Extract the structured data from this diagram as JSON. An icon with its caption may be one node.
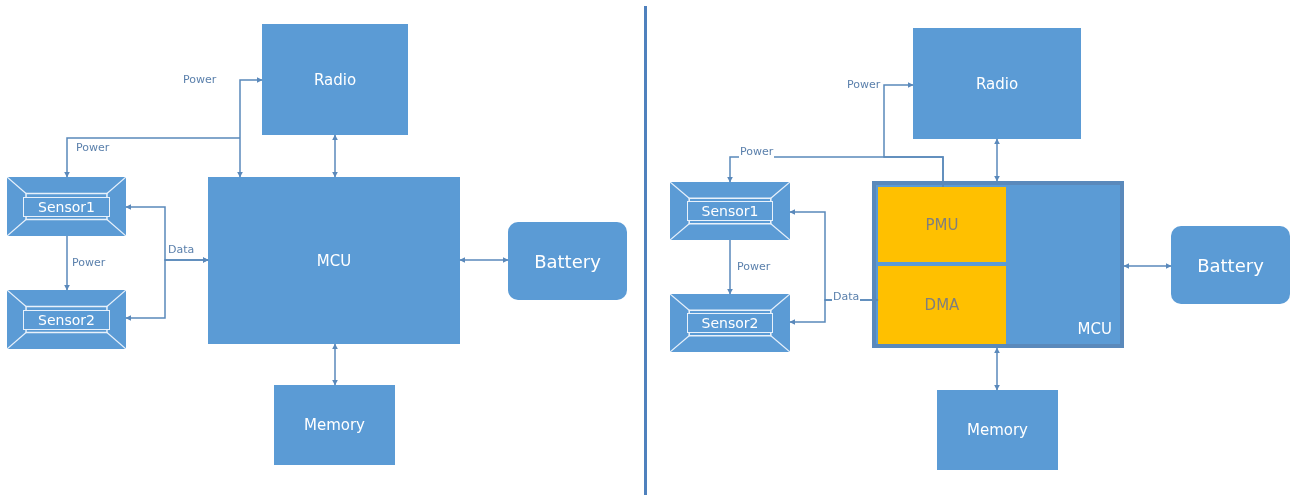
{
  "diagram": {
    "nodes": [
      {
        "text": [
          "Radio"
        ]
      },
      {
        "text": [
          "Sensor1"
        ]
      },
      {
        "text": [
          "Sensor2"
        ]
      },
      {
        "text": [
          "MCU"
        ]
      },
      {
        "text": [
          "Battery"
        ]
      },
      {
        "text": [
          "Memory"
        ]
      },
      {
        "text": [
          "Radio"
        ]
      },
      {
        "text": [
          "Sensor1"
        ]
      },
      {
        "text": [
          "Sensor2"
        ]
      },
      {
        "text": [
          "MCU"
        ]
      },
      {
        "text": [
          "PMU"
        ],
        "in": 9
      },
      {
        "text": [
          "DMA"
        ],
        "in": 9
      },
      {
        "text": [
          "Battery"
        ]
      },
      {
        "text": [
          "Memory"
        ]
      }
    ],
    "edges": [
      {
        "from": null,
        "to": 0,
        "arrow": "to",
        "label": "Power"
      },
      {
        "from": null,
        "to": 3,
        "arrow": "to"
      },
      {
        "from": null,
        "to": 1,
        "arrow": "to",
        "label": "Power"
      },
      {
        "from": 1,
        "to": 2,
        "arrow": "to",
        "label": "Power"
      },
      {
        "from": 3,
        "to": 1,
        "arrow": "both",
        "label": "Data"
      },
      {
        "from": 3,
        "to": 2,
        "arrow": "both"
      },
      {
        "from": 0,
        "to": 3,
        "arrow": "both"
      },
      {
        "from": 3,
        "to": 4,
        "arrow": "both"
      },
      {
        "from": 3,
        "to": 5,
        "arrow": "both"
      },
      {
        "from": 10,
        "to": 6,
        "arrow": "to",
        "label": "Power"
      },
      {
        "from": 10,
        "to": 7,
        "arrow": "to",
        "label": "Power"
      },
      {
        "from": 7,
        "to": 8,
        "arrow": "to",
        "label": "Power"
      },
      {
        "from": 11,
        "to": 7,
        "arrow": "both",
        "label": "Data"
      },
      {
        "from": 11,
        "to": 8,
        "arrow": "both"
      },
      {
        "from": 6,
        "to": 9,
        "arrow": "both"
      },
      {
        "from": 9,
        "to": 12,
        "arrow": "both"
      },
      {
        "from": 9,
        "to": 13,
        "arrow": "both"
      }
    ]
  }
}
